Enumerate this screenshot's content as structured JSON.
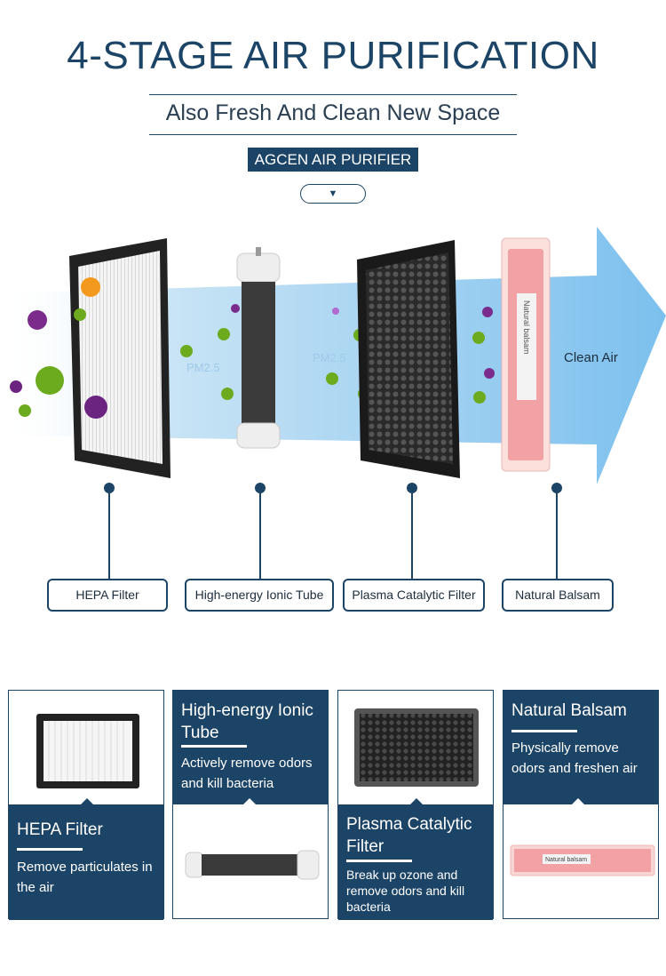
{
  "header": {
    "title": "4-STAGE AIR PURIFICATION",
    "subtitle": "Also Fresh And Clean New Space",
    "brand": "AGCEN AIR PURIFIER",
    "down_arrow": "▼"
  },
  "diagram": {
    "pm_label_1": "PM2.5",
    "pm_label_2": "PM2.5",
    "balsam_text": "Natural balsam",
    "clean_air": "Clean Air",
    "colors": {
      "navy": "#1c4466",
      "air_blue": "#8cc8ef",
      "balsam_pink": "#f2a1a4"
    }
  },
  "stages": [
    {
      "label": "HEPA Filter"
    },
    {
      "label": "High-energy Ionic Tube"
    },
    {
      "label": "Plasma Catalytic Filter"
    },
    {
      "label": "Natural Balsam"
    }
  ],
  "cards": [
    {
      "title": "HEPA Filter",
      "desc": "Remove particulates in the air"
    },
    {
      "title": "High-energy Ionic Tube",
      "desc": "Actively remove odors and kill bacteria"
    },
    {
      "title": "Plasma Catalytic Filter",
      "desc": "Break up ozone and remove odors and kill bacteria"
    },
    {
      "title": "Natural Balsam",
      "desc": "Physically remove odors and freshen air",
      "product_text": "Natural balsam"
    }
  ]
}
